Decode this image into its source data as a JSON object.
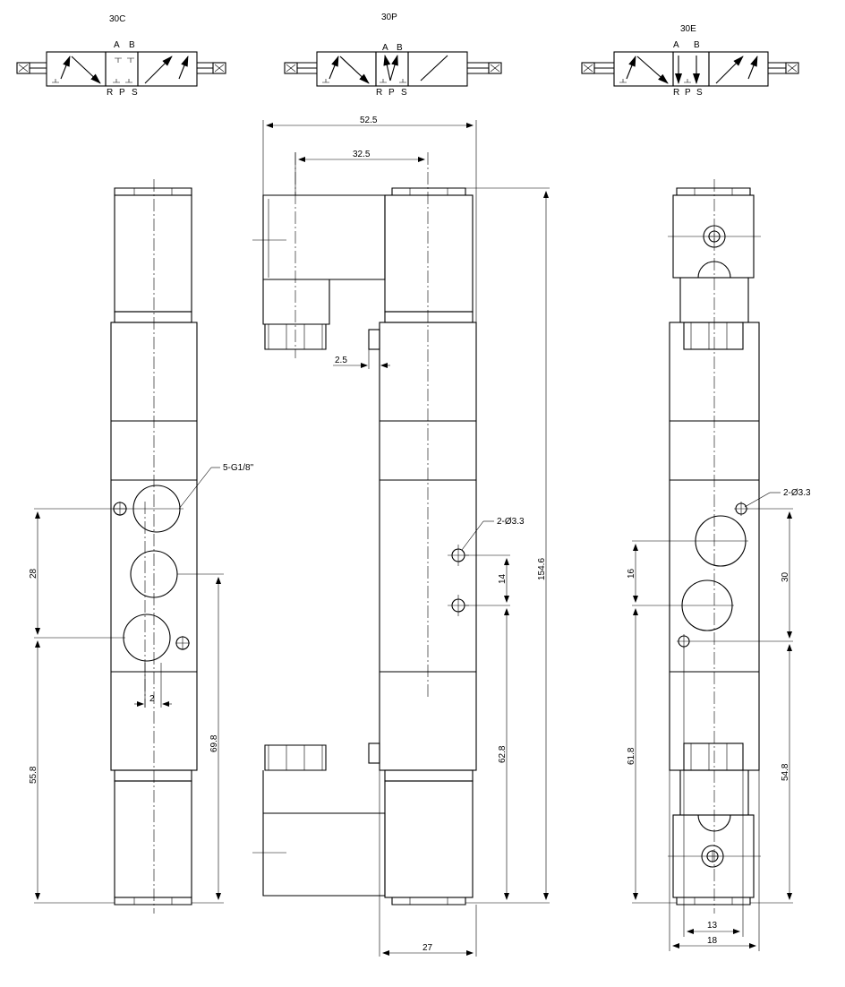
{
  "symbols": {
    "c30": {
      "title": "30C",
      "port_a": "A",
      "port_b": "B",
      "port_r": "R",
      "port_p": "P",
      "port_s": "S"
    },
    "p30": {
      "title": "30P",
      "port_a": "A",
      "port_b": "B",
      "port_r": "R",
      "port_p": "P",
      "port_s": "S"
    },
    "e30": {
      "title": "30E",
      "port_a": "A",
      "port_b": "B",
      "port_r": "R",
      "port_p": "P",
      "port_s": "S"
    }
  },
  "front_view": {
    "port_callout": "5-G1/8\"",
    "dims": {
      "d28": "28",
      "d55_8": "55.8",
      "d69_8": "69.8",
      "d2": "2"
    }
  },
  "side_view": {
    "hole_callout": "2-Ø3.3",
    "dims": {
      "d52_5": "52.5",
      "d32_5": "32.5",
      "d2_5": "2.5",
      "d154_6": "154.6",
      "d14": "14",
      "d62_8": "62.8",
      "d27": "27"
    }
  },
  "rear_view": {
    "hole_callout": "2-Ø3.3",
    "dims": {
      "d16": "16",
      "d30": "30",
      "d61_8": "61.8",
      "d54_8": "54.8",
      "d13": "13",
      "d18": "18"
    }
  }
}
